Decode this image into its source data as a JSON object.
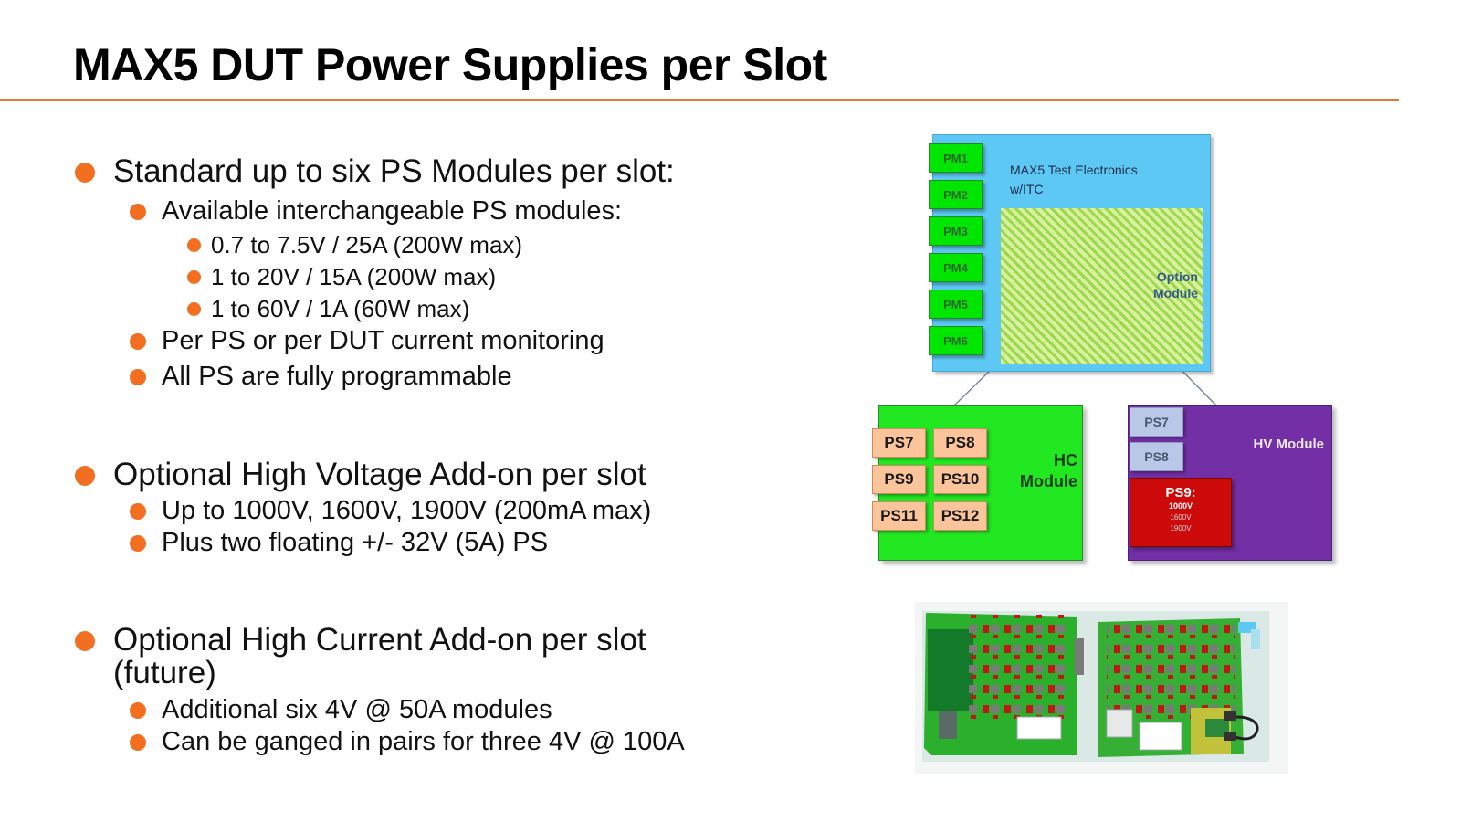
{
  "title": "MAX5 DUT Power Supplies per Slot",
  "colors": {
    "accent": "#f26f21",
    "rule": "#e07a3a",
    "itc_box": "#5ec8f4",
    "pm_box": "#00e600",
    "hc_box": "#22e822",
    "hv_box": "#7330a6",
    "ps9_box": "#cc0a0a"
  },
  "sections": [
    {
      "heading": "Standard up to six PS Modules per slot:",
      "items": [
        {
          "text": "Available interchangeable PS modules:",
          "subitems": [
            "0.7 to 7.5V / 25A (200W max)",
            "1 to 20V / 15A (200W max)",
            "1 to 60V / 1A (60W max)"
          ]
        },
        {
          "text": "Per PS or per DUT current monitoring"
        },
        {
          "text": "All PS are fully programmable"
        }
      ]
    },
    {
      "heading": "Optional High Voltage Add-on per slot",
      "items": [
        {
          "text": "Up to 1000V, 1600V, 1900V (200mA max)"
        },
        {
          "text": "Plus two floating +/- 32V (5A) PS"
        }
      ]
    },
    {
      "heading_line1": "Optional High Current Add-on per slot",
      "heading_line2": "(future)",
      "items": [
        {
          "text": "Additional six 4V @ 50A modules"
        },
        {
          "text": "Can be ganged in pairs for three 4V @ 100A"
        }
      ]
    }
  ],
  "diagram": {
    "itc_label": "MAX5 Test Electronics\nw/ITC",
    "option_label": "Option\nModule",
    "pm_modules": [
      "PM1",
      "PM2",
      "PM3",
      "PM4",
      "PM5",
      "PM6"
    ],
    "hc_module": {
      "label": "HC\nModule",
      "supplies": [
        "PS7",
        "PS8",
        "PS9",
        "PS10",
        "PS11",
        "PS12"
      ]
    },
    "hv_module": {
      "label": "HV Module",
      "supplies": [
        "PS7",
        "PS8"
      ],
      "ps9": {
        "title": "PS9:",
        "v1": "1000V",
        "v2": "1600V",
        "v3": "1900V"
      }
    }
  }
}
